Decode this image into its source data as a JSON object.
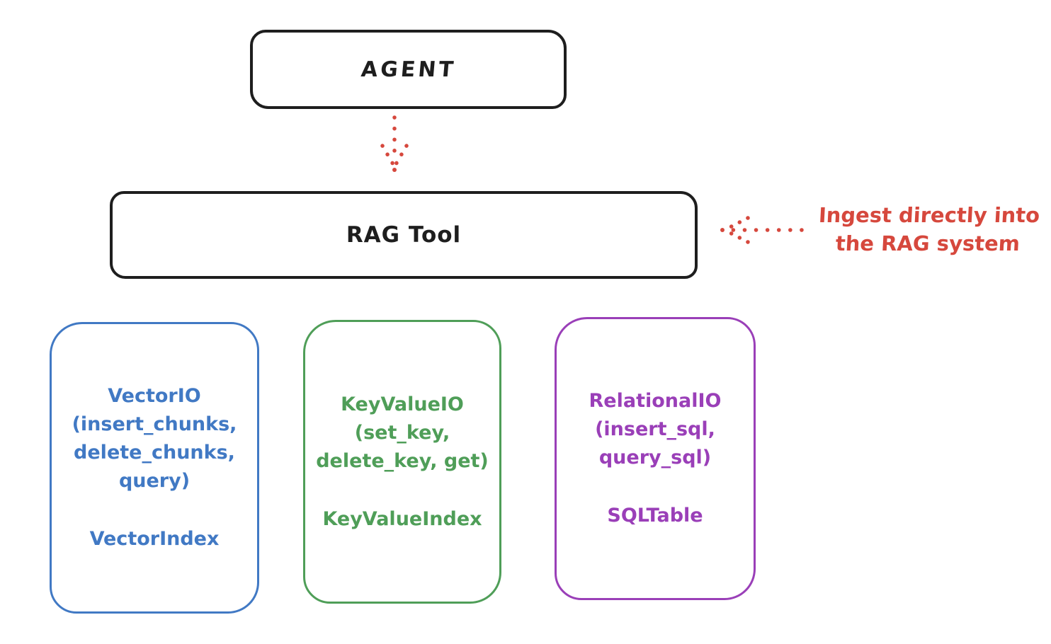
{
  "diagram": {
    "agent_box": {
      "label": "AGENT"
    },
    "rag_tool_box": {
      "label": "RAG Tool"
    },
    "down_arrow": {
      "meaning": "agent-calls-rag-tool-arrow"
    },
    "annotation": {
      "line1": "Ingest directly into",
      "line2": "the RAG system"
    },
    "storage_boxes": [
      {
        "name": "vector-io",
        "lines": [
          "VectorIO",
          "(insert_chunks,",
          "delete_chunks,",
          "query)"
        ],
        "index_label": "VectorIndex",
        "color": "#4179c4"
      },
      {
        "name": "key-value-io",
        "lines": [
          "KeyValueIO",
          "(set_key,",
          "delete_key, get)"
        ],
        "index_label": "KeyValueIndex",
        "color": "#4f9e58"
      },
      {
        "name": "relational-io",
        "lines": [
          "RelationalIO",
          "(insert_sql,",
          "query_sql)"
        ],
        "index_label": "SQLTable",
        "color": "#9a3fb8"
      }
    ],
    "colors": {
      "stroke": "#1e1e1e",
      "red": "#d6483d",
      "background": "#ffffff"
    }
  }
}
